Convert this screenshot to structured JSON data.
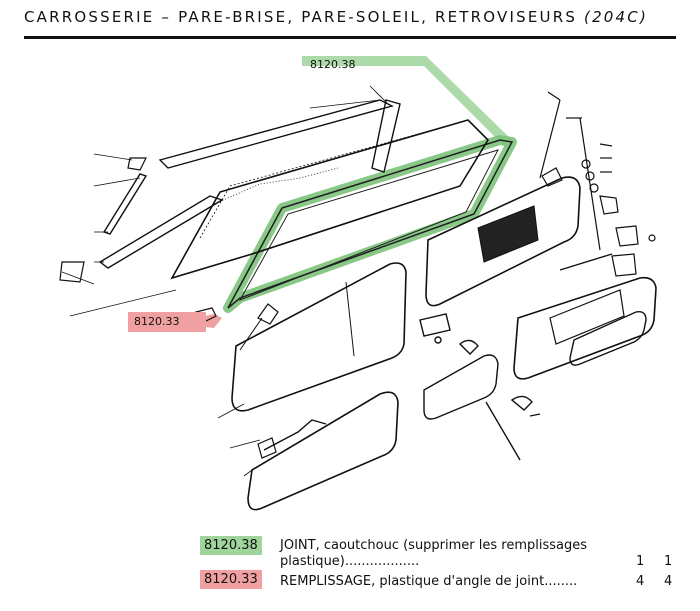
{
  "header": {
    "title": "CARROSSERIE – PARE-BRISE, PARE-SOLEIL, RETROVISEURS",
    "model": "(204C)"
  },
  "callouts": {
    "joint_ref": "8120.38",
    "filler_ref": "8120.33"
  },
  "colors": {
    "joint_highlight": "#9fd49a",
    "joint_stroke": "#5aa85a",
    "filler_highlight": "#f0a0a0",
    "filler_stroke": "#d46a6a"
  },
  "parts": [
    {
      "ref": "8120.38",
      "line1": "JOINT, caoutchouc (supprimer les remplissages",
      "line2": "plastique)..................",
      "qty_a": "1",
      "qty_b": "1"
    },
    {
      "ref": "8120.33",
      "line1": "REMPLISSAGE, plastique d'angle de joint........",
      "qty_a": "4",
      "qty_b": "4"
    }
  ]
}
